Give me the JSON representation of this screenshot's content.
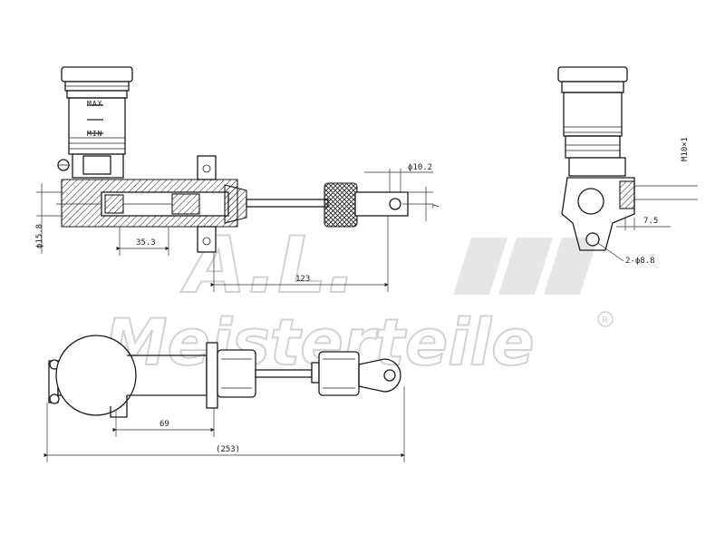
{
  "watermark": {
    "brand_line1": "A.L.",
    "brand_line2": "Meisterteile",
    "registered": "R"
  },
  "reservoir_marks": {
    "max": "MAX",
    "min": "MIN"
  },
  "dimensions": {
    "bore_diameter": "ϕ15.8",
    "port_offset": "35.3",
    "pivot_distance": "123",
    "pin_diameter": "ϕ10.2",
    "pin_offset": "7",
    "thread": "M10×1",
    "flange_offset": "7.5",
    "mount_holes": "2-ϕ8.8",
    "body_length": "69",
    "overall_length": "(253)"
  }
}
